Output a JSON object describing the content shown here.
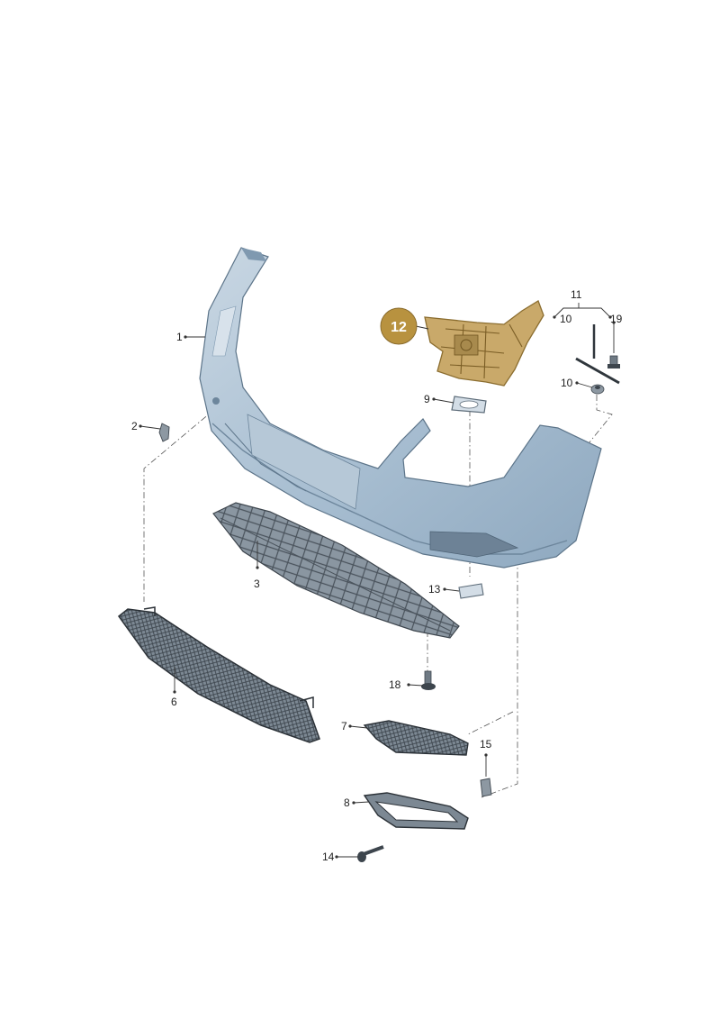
{
  "colors": {
    "background": "#ffffff",
    "bumper_fill": "#a9bfd2",
    "bumper_shade": "#7f99b0",
    "bumper_highlight": "#cdd9e4",
    "grille_fill": "#6e7a85",
    "grille_dark": "#3d454d",
    "highlight_part": "#c9a96a",
    "callout_badge": "#b8923f",
    "line": "#333333"
  },
  "diagram": {
    "highlighted_part": "12",
    "callout": {
      "label": "12"
    },
    "labels": {
      "p1": "1",
      "p2": "2",
      "p3": "3",
      "p6": "6",
      "p7": "7",
      "p8": "8",
      "p9": "9",
      "p10a": "10",
      "p10b": "10",
      "p11": "11",
      "p13": "13",
      "p14": "14",
      "p15": "15",
      "p18": "18",
      "p19": "19"
    }
  }
}
